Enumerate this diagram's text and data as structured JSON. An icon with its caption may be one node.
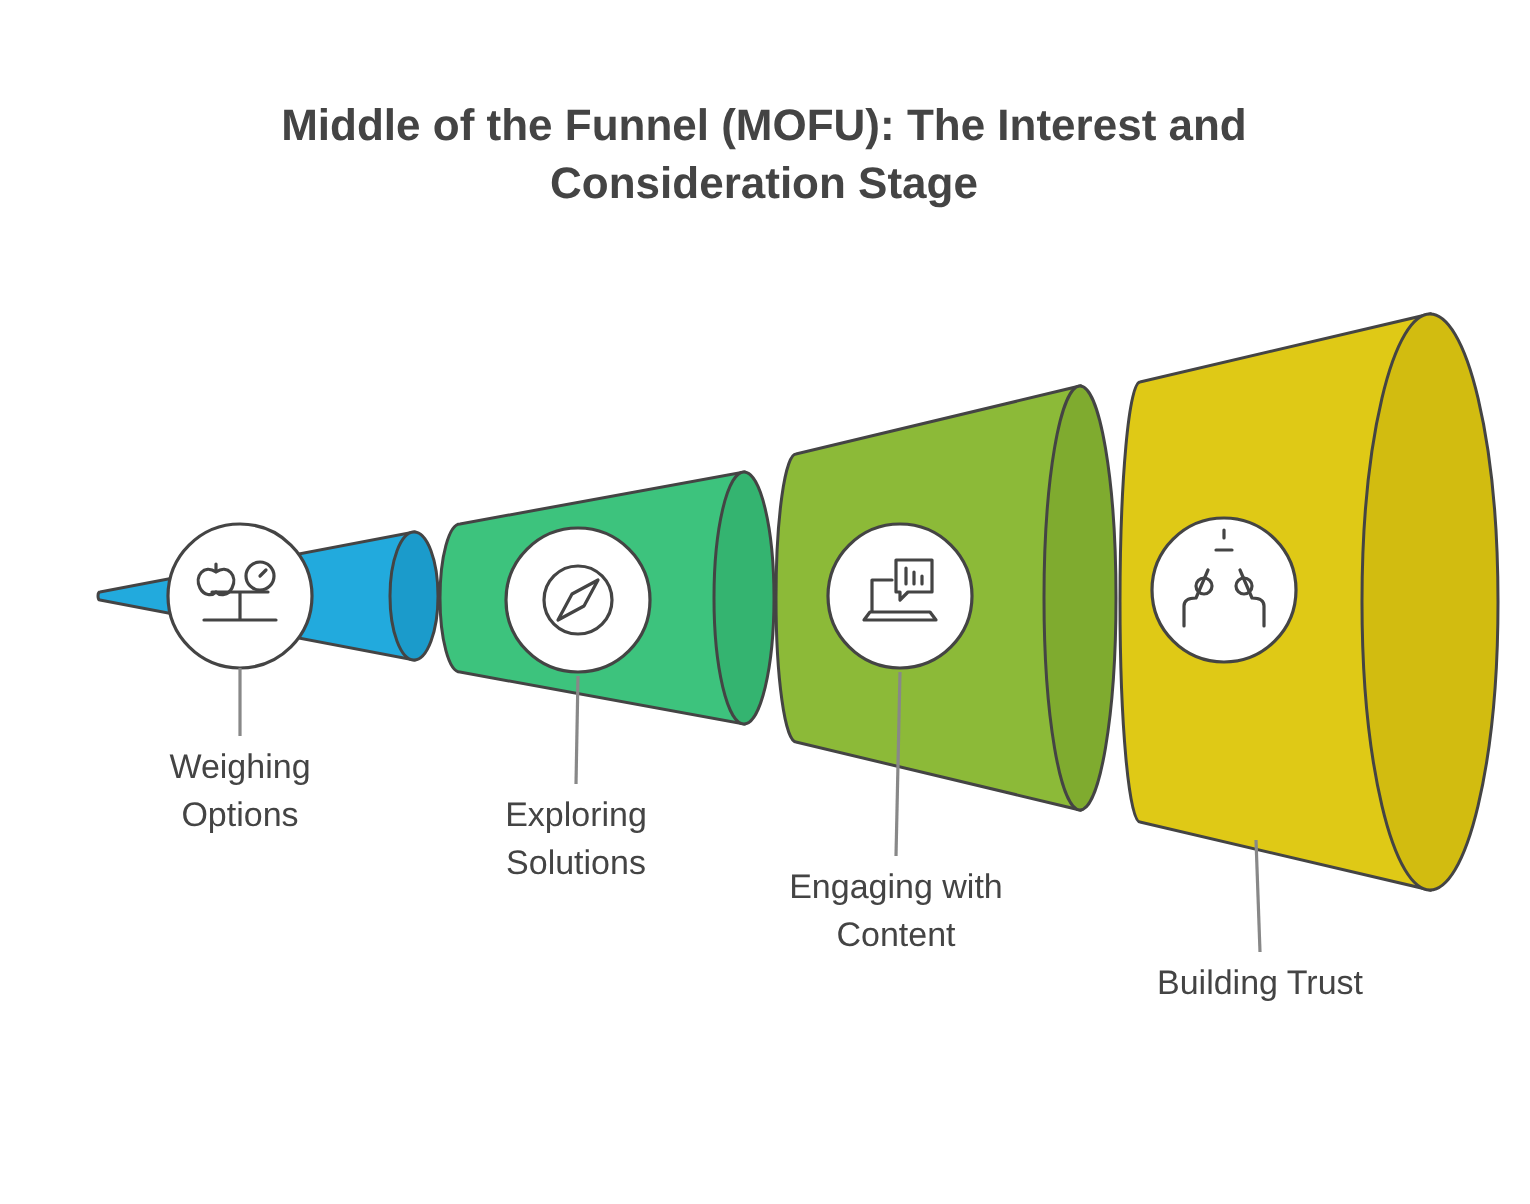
{
  "diagram": {
    "title": "Middle of the Funnel (MOFU): The Interest and Consideration Stage",
    "nodes": [
      {
        "text": [],
        "shape": "cone"
      },
      {
        "text": [],
        "shape": "cone"
      },
      {
        "text": [],
        "shape": "cone"
      },
      {
        "text": [],
        "shape": "cone"
      },
      {
        "text": [
          "Weighing Options"
        ]
      },
      {
        "text": [
          "Exploring Solutions"
        ]
      },
      {
        "text": [
          "Engaging with Content"
        ]
      },
      {
        "text": [
          "Building Trust"
        ]
      }
    ],
    "edges": [
      {
        "from": 4,
        "to": 0,
        "arrow": "none"
      },
      {
        "from": 5,
        "to": 1,
        "arrow": "none"
      },
      {
        "from": 6,
        "to": 2,
        "arrow": "none"
      },
      {
        "from": 7,
        "to": 3,
        "arrow": "none"
      }
    ]
  }
}
